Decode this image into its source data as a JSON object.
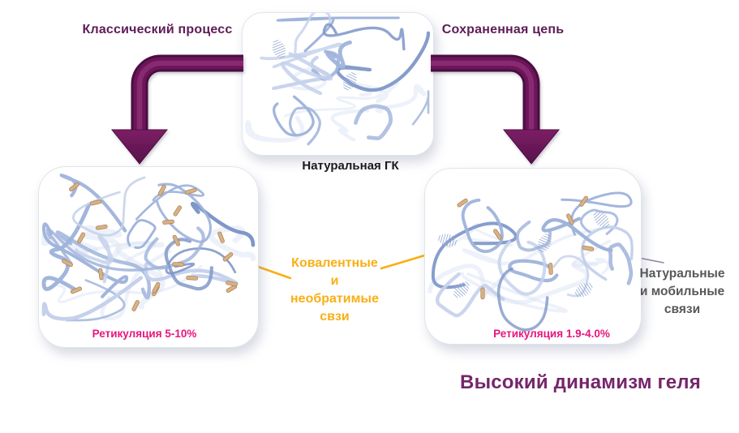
{
  "colors": {
    "heading": "#5E1C57",
    "title": "#75266B",
    "arrow": "#6B1458",
    "arrow_dark": "#4C0C42",
    "arrow_light": "#8C2B76",
    "pink": "#E8157D",
    "orange": "#F9AF15",
    "gray_text": "#58585A",
    "gray_line": "#8F87A6",
    "ribbon": "#9FB3DB",
    "ribbon_dark": "#7F97C8",
    "ribbon_light": "#C5D1EC",
    "ribbon_faint": "#DFE6F4",
    "crosslink": "#D8B285",
    "crosslink_edge": "#A87C4F",
    "spring": "#9AACD2",
    "box_border": "#E0E4EC"
  },
  "headings": {
    "left": "Классический процесс",
    "right": "Сохраненная цепь"
  },
  "boxes": {
    "top": {
      "label": "Натуральная ГК"
    },
    "left": {
      "caption": "Ретикуляция 5-10%"
    },
    "right": {
      "caption": "Ретикуляция 1.9-4.0%"
    }
  },
  "annotations": {
    "covalent": {
      "lines": [
        "Ковалентные",
        "и",
        "необратимые",
        "свзи"
      ]
    },
    "natural": {
      "lines": [
        "Натуральные",
        "и мобильные",
        "связи"
      ]
    }
  },
  "footer_title": "Высокий динамизм геля"
}
